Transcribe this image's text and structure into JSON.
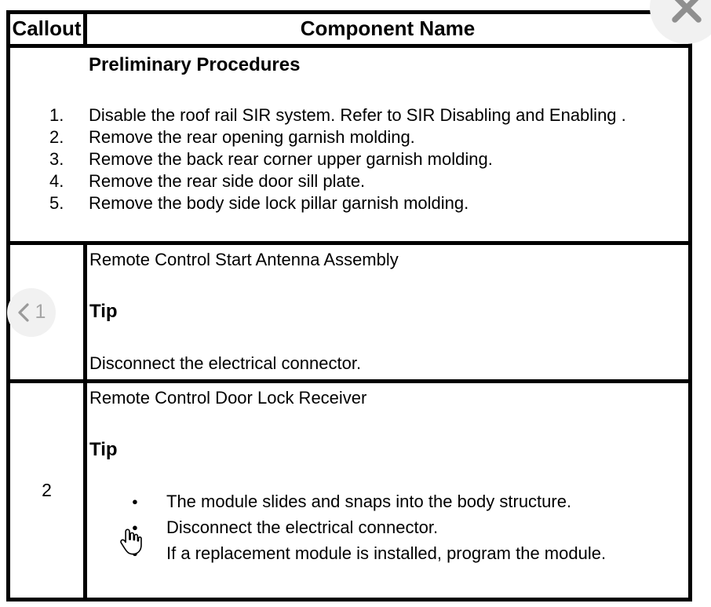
{
  "colors": {
    "table_border": "#000000",
    "text": "#000000",
    "overlay_circle_bg": "#f1f1f1",
    "overlay_glyph": "#8f8f8f"
  },
  "window": {
    "close_icon": "x-close"
  },
  "table": {
    "header": {
      "callout": "Callout",
      "component_name": "Component Name"
    },
    "preliminary": {
      "title": "Preliminary Procedures",
      "steps": [
        "Disable the roof rail SIR system. Refer to SIR Disabling and Enabling .",
        "Remove the rear opening garnish molding.",
        "Remove the back rear corner upper garnish molding.",
        "Remove the rear side door sill plate.",
        "Remove the body side lock pillar garnish molding."
      ]
    },
    "rows": [
      {
        "callout": "1",
        "title": "Remote Control Start Antenna Assembly",
        "tip_label": "Tip",
        "note": "Disconnect the electrical connector."
      },
      {
        "callout": "2",
        "title": "Remote Control Door Lock Receiver",
        "tip_label": "Tip",
        "bullets": [
          "The module slides and snaps into the body structure.",
          "Disconnect the electrical connector.",
          "If a replacement module is installed, program the module."
        ]
      }
    ]
  }
}
